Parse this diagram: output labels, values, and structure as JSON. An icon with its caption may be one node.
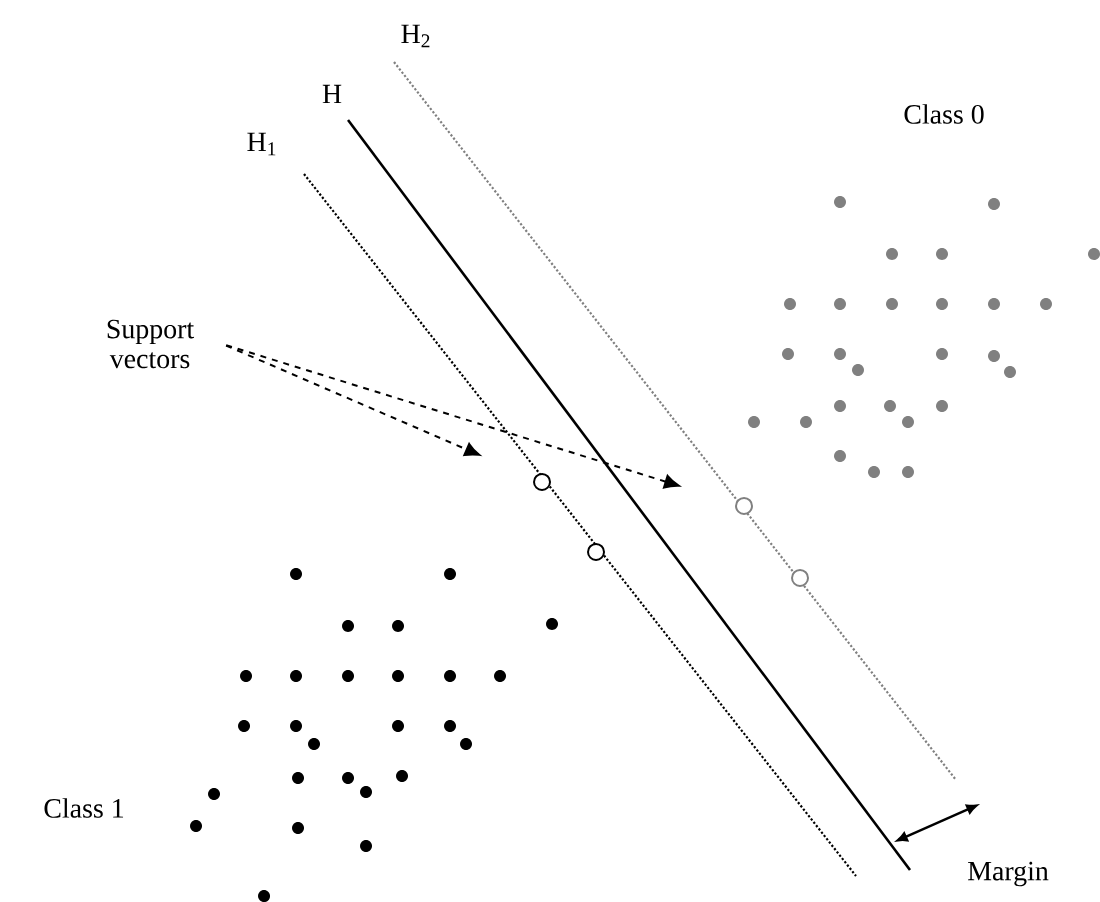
{
  "diagram": {
    "nodes": [
      {
        "text": [
          "Support vectors"
        ]
      },
      {
        "text": [],
        "shape": "circle"
      },
      {
        "text": [],
        "shape": "circle"
      },
      {
        "text": [],
        "shape": "circle"
      },
      {
        "text": [],
        "shape": "circle"
      }
    ],
    "edges": [
      {
        "from": 0,
        "to": 1,
        "arrow": "to",
        "style": "dashed"
      },
      {
        "from": 0,
        "to": 3,
        "arrow": "to",
        "style": "dashed"
      }
    ],
    "labels": [
      "H$_{2}$",
      "H",
      "H$_{1}$",
      "Class 0",
      "Class 1",
      "Margin"
    ]
  }
}
